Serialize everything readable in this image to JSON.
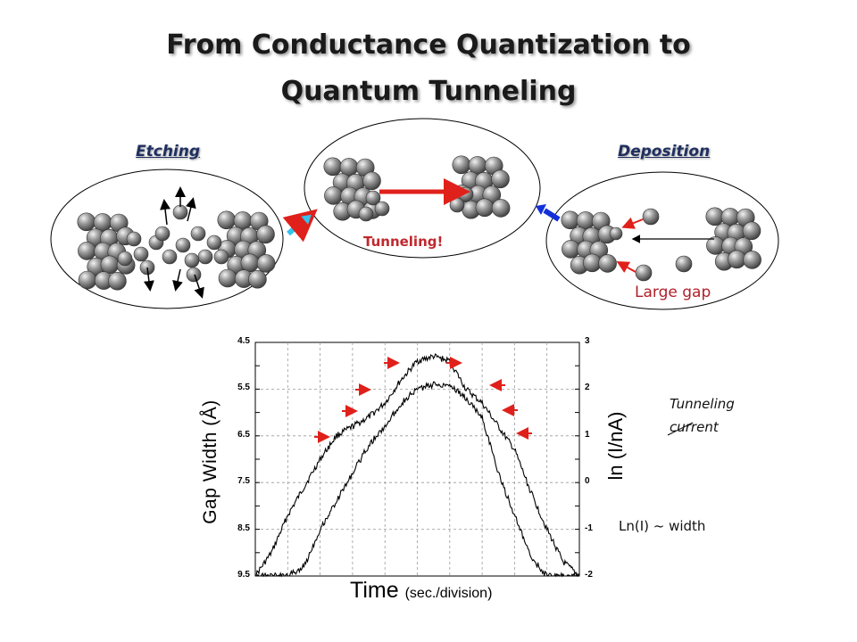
{
  "title": {
    "line1": "From Conductance Quantization to",
    "line2": "Quantum Tunneling"
  },
  "diagram": {
    "etching_label": "Etching",
    "deposition_label": "Deposition",
    "tunneling_label": "Tunneling!",
    "large_gap_label": "Large gap",
    "atom_color": "#8a8a8a",
    "arrow_red": "#e0201b",
    "arrow_cyan": "#33c3ee",
    "arrow_blue": "#1430d8"
  },
  "chart": {
    "xlabel": "Time",
    "xlabel_unit": "(sec./division)",
    "ylabel_left": "Gap Width (Å)",
    "ylabel_right": "ln (I/nA)",
    "left_ticks": [
      "4.5",
      "5.5",
      "6.5",
      "7.5",
      "8.5",
      "9.5"
    ],
    "right_ticks": [
      "3",
      "2",
      "1",
      "0",
      "-1",
      "-2"
    ],
    "annotation_current_line1": "Tunneling",
    "annotation_current_line2": "current",
    "annotation_relation": "Ln(I) ~ width"
  },
  "chart_data": {
    "type": "line",
    "xlabel": "Time (sec./division)",
    "ylabel": "Gap Width (Å)",
    "y2label": "ln (I/nA)",
    "ylim": [
      9.5,
      4.5
    ],
    "y2lim": [
      -2,
      3
    ],
    "xlim": [
      0,
      10
    ],
    "grid": true,
    "series": [
      {
        "axis": "left",
        "x": [
          0,
          0.5,
          1,
          1.5,
          2,
          2.5,
          3,
          3.5,
          4,
          4.5,
          5,
          5.5,
          6,
          6.5,
          7,
          7.5,
          8,
          8.5,
          9,
          9.5,
          10
        ],
        "values": [
          9.5,
          9.0,
          8.2,
          7.6,
          7.0,
          6.5,
          6.3,
          6.1,
          5.8,
          5.3,
          4.9,
          4.8,
          4.9,
          5.5,
          5.8,
          6.3,
          6.8,
          7.7,
          8.5,
          9.2,
          9.5
        ]
      },
      {
        "axis": "right",
        "x": [
          0,
          0.5,
          1,
          1.5,
          2,
          2.5,
          3,
          3.5,
          4,
          4.5,
          5,
          5.5,
          6,
          6.5,
          7,
          7.5,
          8,
          8.5,
          9,
          9.5,
          10
        ],
        "values": [
          -2.0,
          -2.0,
          -2.0,
          -1.8,
          -1.0,
          -0.4,
          0.2,
          0.8,
          1.2,
          1.7,
          2.0,
          2.1,
          2.1,
          1.8,
          1.4,
          0.2,
          -0.7,
          -1.6,
          -2.0,
          -2.0,
          -2.0
        ]
      }
    ]
  }
}
